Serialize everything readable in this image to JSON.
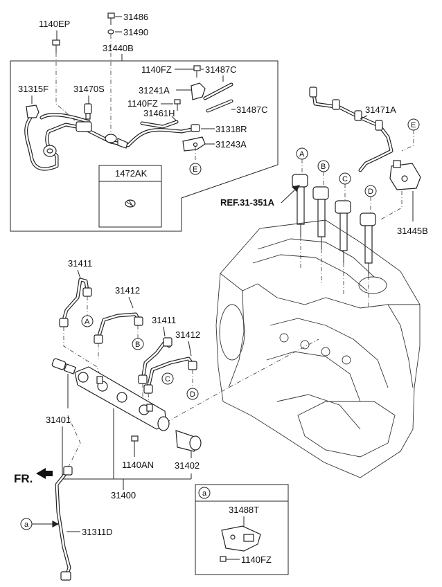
{
  "parts": {
    "p1140EP": "1140EP",
    "p31486": "31486",
    "p31490": "31490",
    "p31440B": "31440B",
    "p1140FZ_a": "1140FZ",
    "p31487C_a": "31487C",
    "p31315F": "31315F",
    "p31470S": "31470S",
    "p31241A": "31241A",
    "p1140FZ_b": "1140FZ",
    "p31461H": "31461H",
    "p31487C_b": "31487C",
    "p31318R": "31318R",
    "p31243A": "31243A",
    "p1472AK": "1472AK",
    "p31471A": "31471A",
    "ref": "REF.31-351A",
    "p31445B": "31445B",
    "p31411_a": "31411",
    "p31412_a": "31412",
    "p31411_b": "31411",
    "p31412_b": "31412",
    "p31401": "31401",
    "p1140AN": "1140AN",
    "p31402": "31402",
    "p31400": "31400",
    "p31311D": "31311D",
    "fr": "FR.",
    "detail_a": "a",
    "p31488T": "31488T",
    "p1140FZ_c": "1140FZ"
  },
  "markers": {
    "A": "A",
    "B": "B",
    "C": "C",
    "D": "D",
    "E": "E",
    "a": "a"
  }
}
